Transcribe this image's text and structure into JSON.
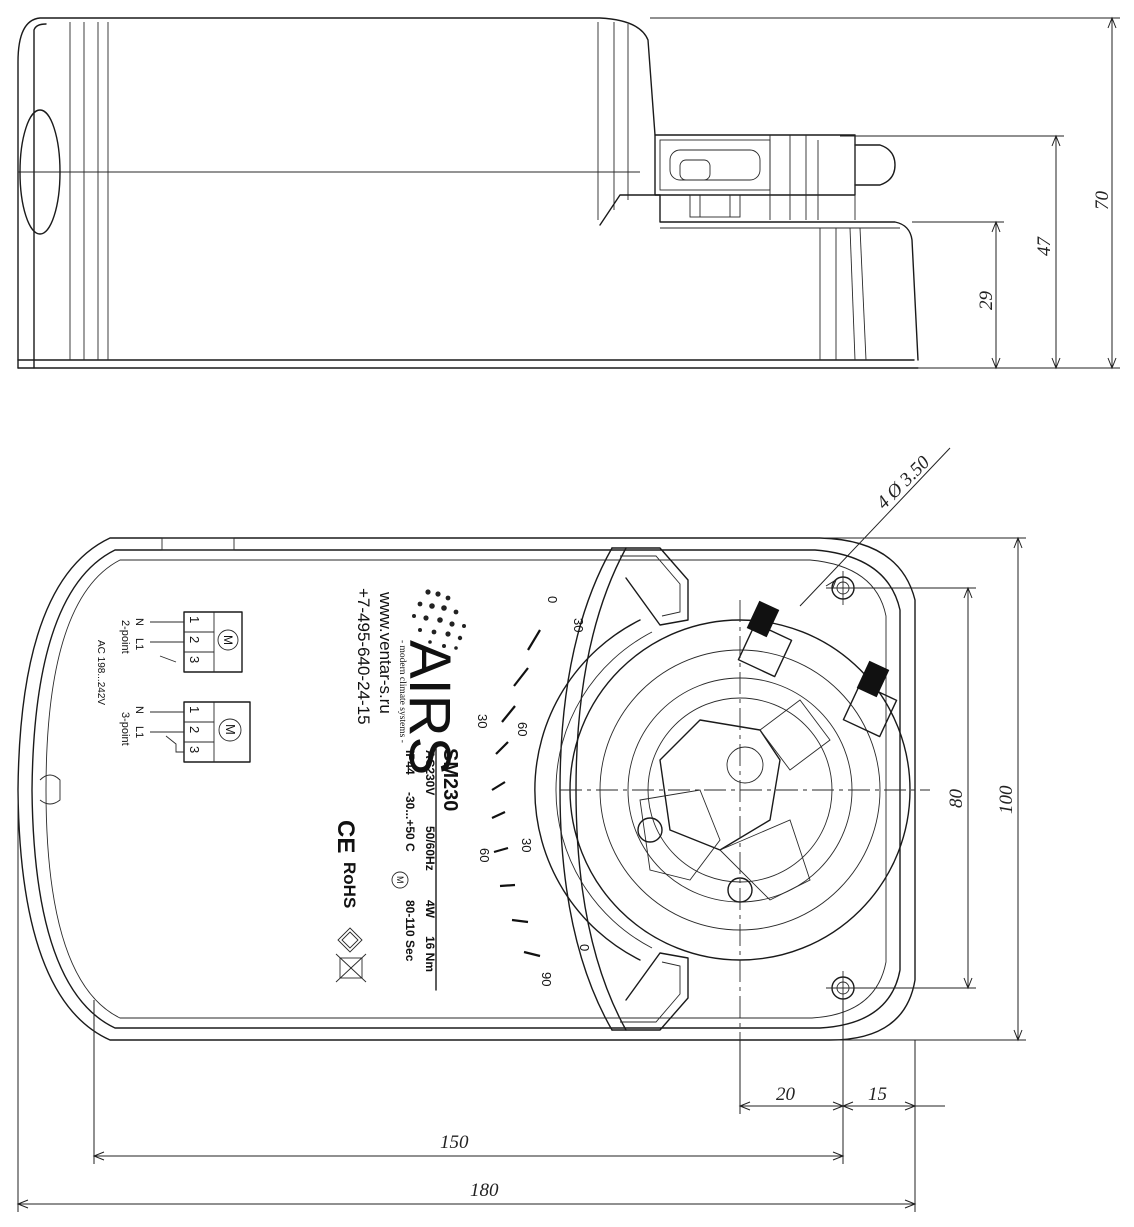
{
  "dimensions": {
    "side_height_total": "70",
    "side_height_shaft": "47",
    "side_height_base": "29",
    "mounting_holes": "4 Ø 3.50",
    "hole_spacing_vertical": "80",
    "body_width": "100",
    "hole_offset_shaft": "20",
    "hole_offset_edge": "15",
    "shaft_from_left": "150",
    "total_length": "180"
  },
  "label": {
    "brand": "AIRS",
    "tagline": "- modern climate systems -",
    "model": "SM230",
    "website": "www.ventar-s.ru",
    "phone": "+7-495-640-24-15",
    "spec_line1": [
      "AC230V",
      "50/60Hz",
      "4W",
      "16 Nm"
    ],
    "spec_line2": [
      "IP44",
      "-30...+50 C",
      "M",
      "80-110 Sec"
    ],
    "ce_mark": "CE",
    "rohs": "RoHS"
  },
  "wiring": {
    "two_point": {
      "terminals": [
        "1",
        "2",
        "3"
      ],
      "lines": [
        "N",
        "L1"
      ],
      "mode": "2-point"
    },
    "three_point": {
      "terminals": [
        "1",
        "2",
        "3"
      ],
      "lines": [
        "N",
        "L1"
      ],
      "mode": "3-point"
    },
    "motor_symbol": "M",
    "supply": "AC 198...242V"
  },
  "scale": {
    "top_labels": [
      "0",
      "30"
    ],
    "mid_labels": [
      "30",
      "60"
    ],
    "mid2_labels": [
      "30",
      "60"
    ],
    "bottom_labels": [
      "90",
      "0"
    ]
  }
}
